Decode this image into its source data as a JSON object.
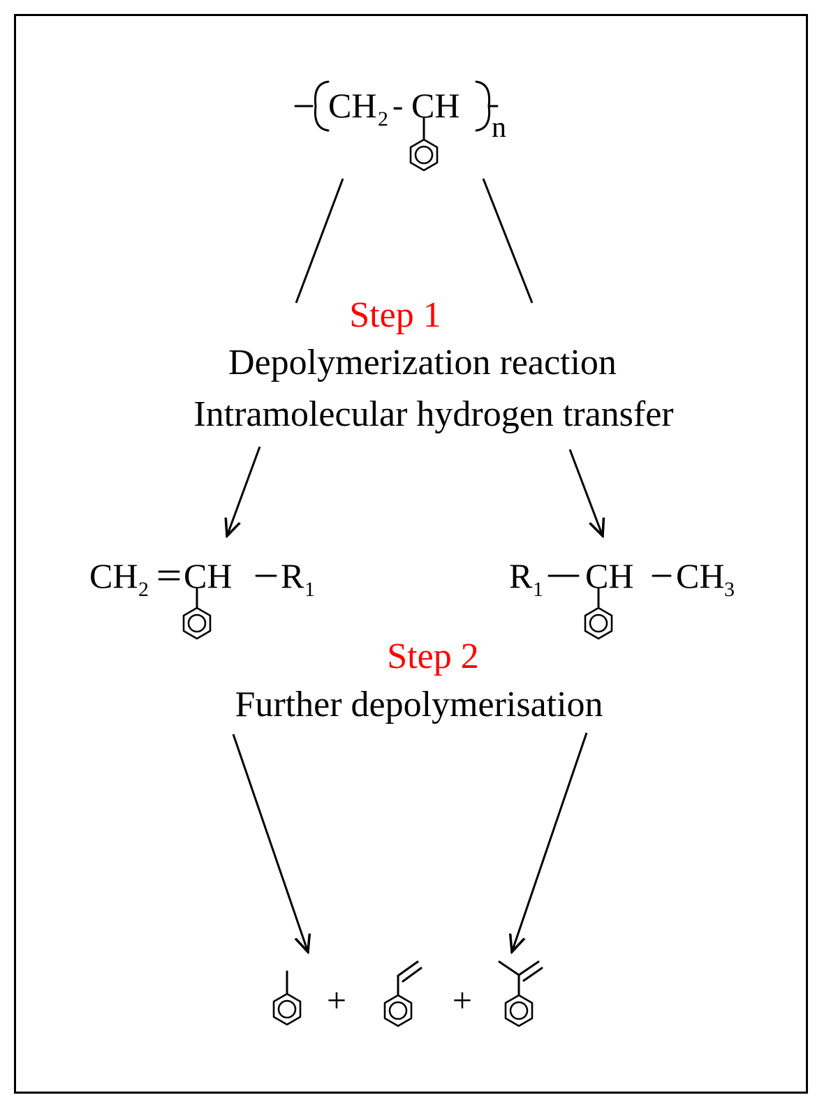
{
  "colors": {
    "step": "#ff0000",
    "text": "#000000",
    "line": "#000000"
  },
  "polymer": {
    "ch2": "CH",
    "sub2": "2",
    "dash": "-",
    "ch": "CH",
    "repeat": "n"
  },
  "step1": {
    "title": "Step 1",
    "line1": "Depolymerization reaction",
    "line2": "Intramolecular hydrogen transfer"
  },
  "left_product": {
    "ch2": "CH",
    "sub2": "2",
    "ch": "CH",
    "r": "R",
    "sub1": "1"
  },
  "right_product": {
    "r": "R",
    "sub1": "1",
    "ch": "CH",
    "ch3": "CH",
    "sub3": "3"
  },
  "step2": {
    "title": "Step 2",
    "line1": "Further depolymerisation"
  },
  "final": {
    "plus1": "+",
    "plus2": "+"
  }
}
